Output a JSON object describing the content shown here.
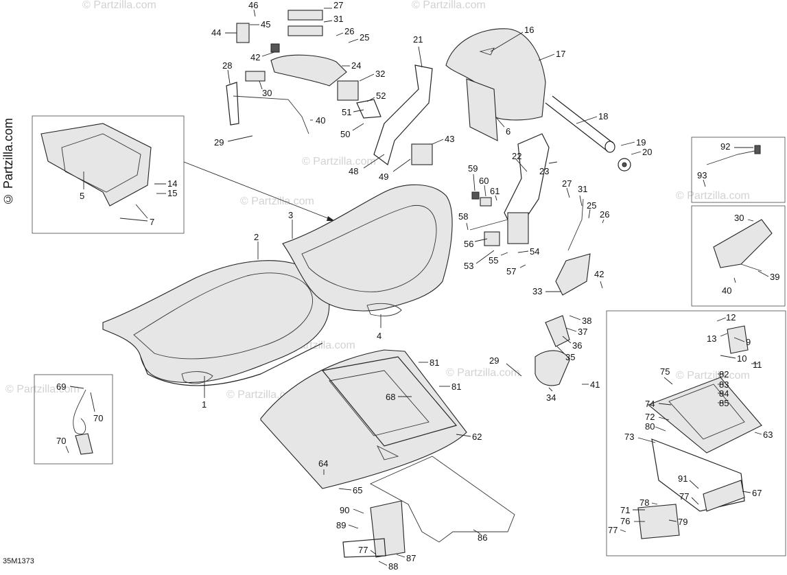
{
  "diagram": {
    "watermark": "© Partzilla.com",
    "brand_text": "© Partzilla.com",
    "figure_code": "35M1373",
    "callouts": [
      "1",
      "2",
      "3",
      "4",
      "5",
      "6",
      "7",
      "9",
      "10",
      "11",
      "12",
      "13",
      "14",
      "15",
      "16",
      "17",
      "18",
      "19",
      "20",
      "21",
      "22",
      "23",
      "24",
      "25",
      "26",
      "27",
      "28",
      "29",
      "30",
      "31",
      "32",
      "33",
      "34",
      "35",
      "36",
      "37",
      "38",
      "39",
      "40",
      "41",
      "42",
      "43",
      "44",
      "45",
      "46",
      "48",
      "49",
      "50",
      "51",
      "52",
      "53",
      "54",
      "55",
      "56",
      "57",
      "58",
      "59",
      "60",
      "61",
      "62",
      "63",
      "64",
      "65",
      "67",
      "68",
      "69",
      "70",
      "71",
      "72",
      "73",
      "74",
      "75",
      "76",
      "77",
      "78",
      "79",
      "80",
      "81",
      "82",
      "83",
      "84",
      "85",
      "86",
      "87",
      "88",
      "89",
      "90",
      "91",
      "92",
      "93"
    ]
  }
}
